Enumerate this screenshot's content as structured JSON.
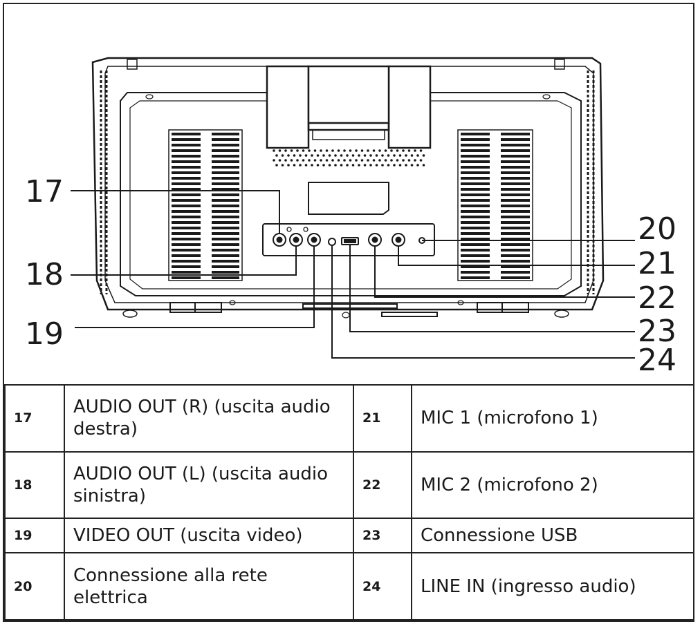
{
  "diagram": {
    "callouts": [
      {
        "id": "17",
        "label": "17"
      },
      {
        "id": "18",
        "label": "18"
      },
      {
        "id": "19",
        "label": "19"
      },
      {
        "id": "20",
        "label": "20"
      },
      {
        "id": "21",
        "label": "21"
      },
      {
        "id": "22",
        "label": "22"
      },
      {
        "id": "23",
        "label": "23"
      },
      {
        "id": "24",
        "label": "24"
      }
    ]
  },
  "legend": {
    "rows": [
      {
        "left_num": "17",
        "left_text": "AUDIO OUT (R) (uscita audio destra)",
        "right_num": "21",
        "right_text": "MIC 1 (microfono 1)"
      },
      {
        "left_num": "18",
        "left_text": "AUDIO OUT (L) (uscita audio sinistra)",
        "right_num": "22",
        "right_text": "MIC 2 (microfono 2)"
      },
      {
        "left_num": "19",
        "left_text": "VIDEO OUT (uscita video)",
        "right_num": "23",
        "right_text": "Connessione USB"
      },
      {
        "left_num": "20",
        "left_text": "Connessione alla rete elettrica",
        "right_num": "24",
        "right_text": "LINE IN (ingresso audio)"
      }
    ]
  }
}
